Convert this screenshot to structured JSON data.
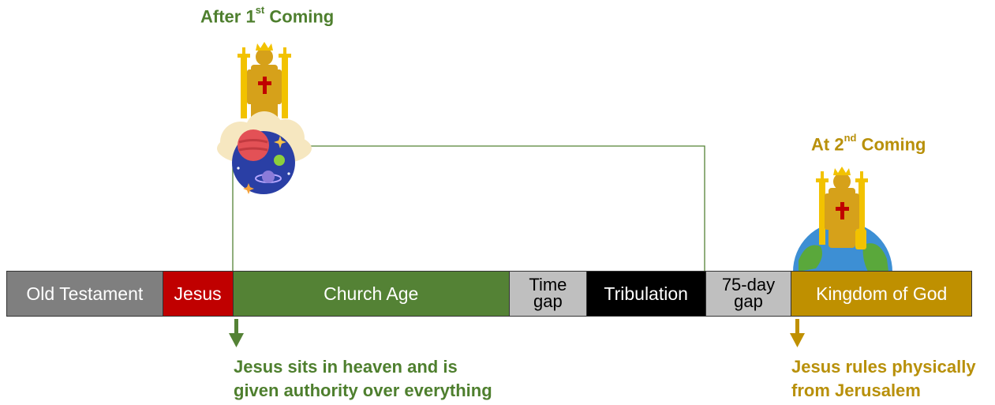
{
  "titles": {
    "first_coming": {
      "prefix": "After 1",
      "sup": "st",
      "suffix": " Coming",
      "color": "#4e7f2e"
    },
    "second_coming": {
      "prefix": "At 2",
      "sup": "nd",
      "suffix": " Coming",
      "color": "#b8900a"
    }
  },
  "timeline": [
    {
      "label": "Old Testament",
      "color": "#7f7f7f"
    },
    {
      "label": "Jesus",
      "color": "#c00000"
    },
    {
      "label": "Church Age",
      "color": "#548235"
    },
    {
      "label": "Time\ngap",
      "color": "#bfbfbf"
    },
    {
      "label": "Tribulation",
      "color": "#000000"
    },
    {
      "label": "75-day\ngap",
      "color": "#bfbfbf"
    },
    {
      "label": "Kingdom of God",
      "color": "#bf9000"
    }
  ],
  "notes": {
    "heaven": {
      "line1": "Jesus sits in heaven and is",
      "line2": "given authority over everything",
      "color": "#4e7f2e"
    },
    "earth": {
      "line1": "Jesus rules physically",
      "line2": "from Jerusalem",
      "color": "#b8900a"
    }
  },
  "icons": {
    "throne_heaven": "king-on-throne-icon",
    "cosmos": "planets-cosmos-icon",
    "throne_earth": "king-on-throne-icon",
    "earth": "earth-globe-icon"
  }
}
